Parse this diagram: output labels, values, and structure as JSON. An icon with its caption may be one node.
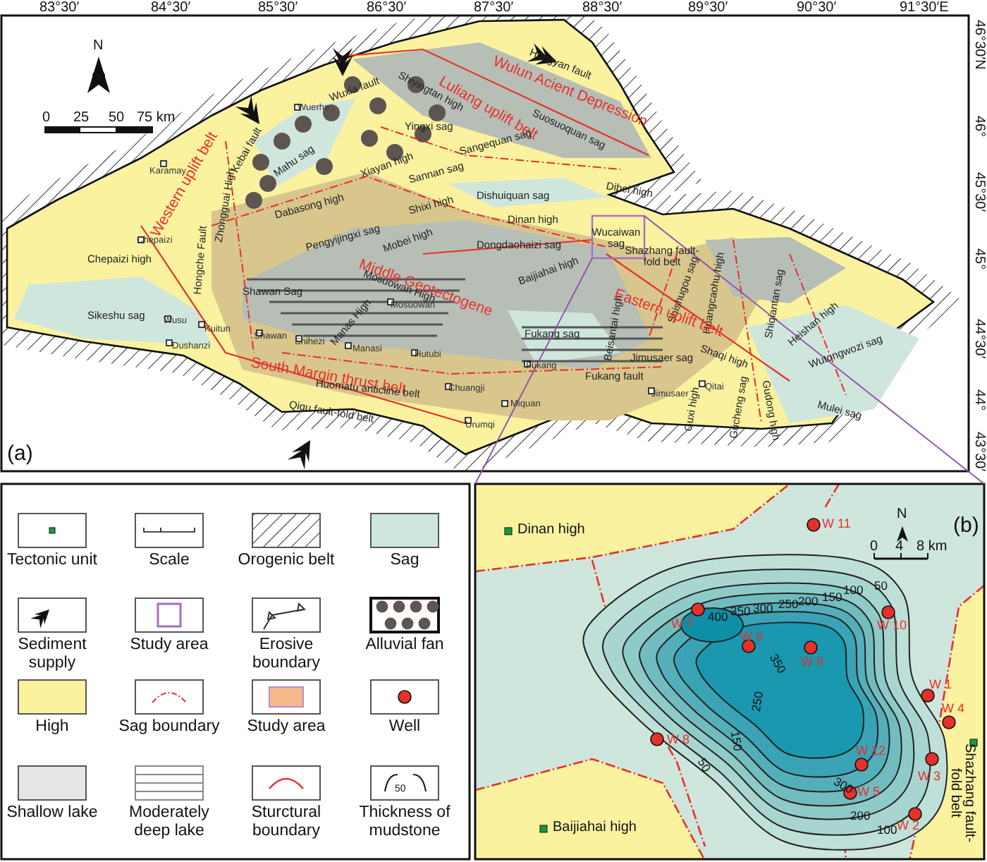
{
  "diagram": {
    "nodes": [
      {
        "text": [],
        "shape": "box"
      },
      {
        "text": [],
        "shape": "box"
      }
    ],
    "edges": [
      {
        "from": 0,
        "to": 1,
        "arrow": "none"
      },
      {
        "from": 0,
        "to": 1,
        "arrow": "none"
      }
    ],
    "labels": [
      "83°30′",
      "84°30′",
      "85°30′",
      "86°30′",
      "87°30′",
      "88°30′",
      "89°30′",
      "90°30′",
      "91°30′E",
      "46°30′N",
      "46°",
      "45°30′",
      "45°",
      "44°30′",
      "44°",
      "43°30′",
      "N",
      "0",
      "25",
      "50",
      "75 km",
      "Hongyan fault",
      "Wulun Acient Depression",
      "Luliang uplift belt",
      "Suosuoquan sag",
      "Shiyingtan high",
      "Wuxia fault",
      "Wuerhe",
      "Yingxi sag",
      "Kebai fault",
      "Mahu sag",
      "Sangequan sag",
      "Xiayan high",
      "Sannan sag",
      "Dibei high",
      "Karamay",
      "Western uplift belt",
      "Dabasong high",
      "Shixi high",
      "Dishuiquan sag",
      "Zhongguai High",
      "Dinan high",
      "Pengyijingxi sag",
      "Mobei high",
      "Dongdaohaizi sag",
      "Wucaiwan sag",
      "Chepaizi",
      "Hongche Fault",
      "Chepaizi high",
      "Middle Geotectogene",
      "Baijiahai high",
      "Shazhang fault-fold belt",
      "Mosuowan High",
      "Mosuowan",
      "Shawan Sag",
      "Sikeshu sag",
      "Wusu",
      "Kuitun",
      "Dushanzi",
      "Shawan",
      "Shihezi",
      "Manas High",
      "Manasi",
      "Hutubi",
      "Fukang sag",
      "Beisantai high",
      "Jimusaer sag",
      "Shishugou sag",
      "Huangcaohu high",
      "Shiqiantan sag",
      "Heishan high",
      "Wutongwozi sag",
      "Eastern uplift belt",
      "Shaqi high",
      "Fukang",
      "Fukang fault",
      "South Margin thrust belt",
      "Huomatu anticline belt",
      "Chuangji",
      "Jimusaer",
      "Qitai",
      "Gudong high",
      "Qigu fault-fold belt",
      "Miquan",
      "Urumqi",
      "Guxi high",
      "Gucheng sag",
      "Mulei sag",
      "(a)",
      "(b)",
      "Dinan high",
      "W 11",
      "N",
      "0",
      "4",
      "8 km",
      "400",
      "350",
      "300",
      "250",
      "200",
      "150",
      "100",
      "50",
      "W 7",
      "W 6",
      "350",
      "W 9",
      "W 10",
      "250",
      "W 1",
      "W 4",
      "150",
      "W 8",
      "50",
      "W 12",
      "W 3",
      "300",
      "W 5",
      "200",
      "100",
      "W 2",
      "Baijiahai high",
      "Shazhang fault-fold belt",
      "50"
    ],
    "legend": [
      {
        "text": "Tectonic unit"
      },
      {
        "text": "Scale"
      },
      {
        "text": "Orogenic belt"
      },
      {
        "text": "Sag",
        "color": "#cfe6dc"
      },
      {
        "text": "Sediment supply"
      },
      {
        "text": "Study area"
      },
      {
        "text": "Erosive boundary"
      },
      {
        "text": "Alluvial fan"
      },
      {
        "text": "High",
        "color": "#fbf2a0"
      },
      {
        "text": "Sag boundary"
      },
      {
        "text": "Study area",
        "color": "#f6b98c"
      },
      {
        "text": "Well"
      },
      {
        "text": "Shallow lake",
        "color": "#e6e6e6"
      },
      {
        "text": "Moderately deep lake"
      },
      {
        "text": "Sturctural boundary"
      },
      {
        "text": "Thickness of mudstone"
      }
    ]
  }
}
